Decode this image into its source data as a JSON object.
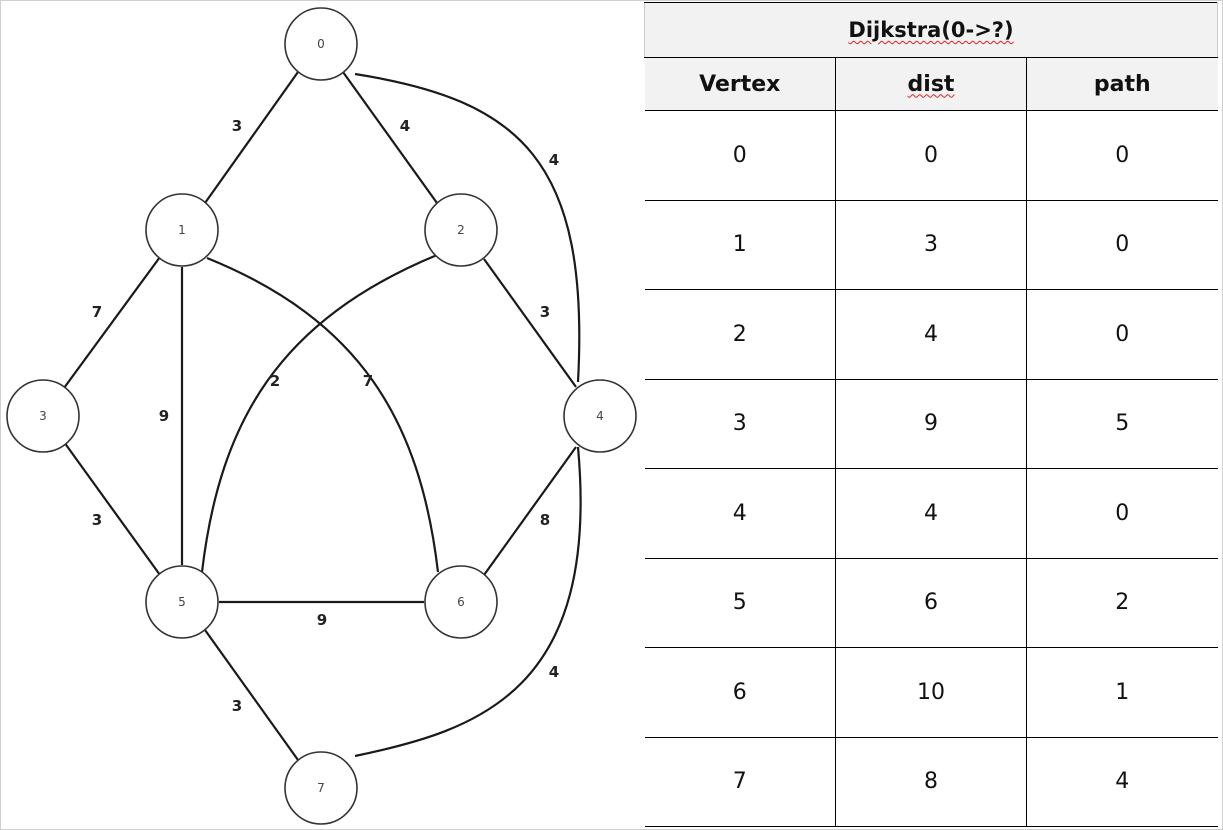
{
  "graph": {
    "nodes": [
      {
        "id": "0",
        "label": "0"
      },
      {
        "id": "1",
        "label": "1"
      },
      {
        "id": "2",
        "label": "2"
      },
      {
        "id": "3",
        "label": "3"
      },
      {
        "id": "4",
        "label": "4"
      },
      {
        "id": "5",
        "label": "5"
      },
      {
        "id": "6",
        "label": "6"
      },
      {
        "id": "7",
        "label": "7"
      }
    ],
    "edges": [
      {
        "from": "0",
        "to": "1",
        "weight": "3"
      },
      {
        "from": "0",
        "to": "2",
        "weight": "4"
      },
      {
        "from": "0",
        "to": "4",
        "weight": "4"
      },
      {
        "from": "1",
        "to": "3",
        "weight": "7"
      },
      {
        "from": "1",
        "to": "5",
        "weight": "9"
      },
      {
        "from": "1",
        "to": "6",
        "weight": "7"
      },
      {
        "from": "2",
        "to": "5",
        "weight": "2"
      },
      {
        "from": "2",
        "to": "4",
        "weight": "3"
      },
      {
        "from": "3",
        "to": "5",
        "weight": "3"
      },
      {
        "from": "4",
        "to": "6",
        "weight": "8"
      },
      {
        "from": "4",
        "to": "7",
        "weight": "4"
      },
      {
        "from": "5",
        "to": "6",
        "weight": "9"
      },
      {
        "from": "5",
        "to": "7",
        "weight": "3"
      }
    ]
  },
  "table": {
    "title": "Dijkstra(0->?)",
    "headers": [
      "Vertex",
      "dist",
      "path"
    ],
    "rows": [
      [
        "0",
        "0",
        "0"
      ],
      [
        "1",
        "3",
        "0"
      ],
      [
        "2",
        "4",
        "0"
      ],
      [
        "3",
        "9",
        "5"
      ],
      [
        "4",
        "4",
        "0"
      ],
      [
        "5",
        "6",
        "2"
      ],
      [
        "6",
        "10",
        "1"
      ],
      [
        "7",
        "8",
        "4"
      ]
    ]
  }
}
